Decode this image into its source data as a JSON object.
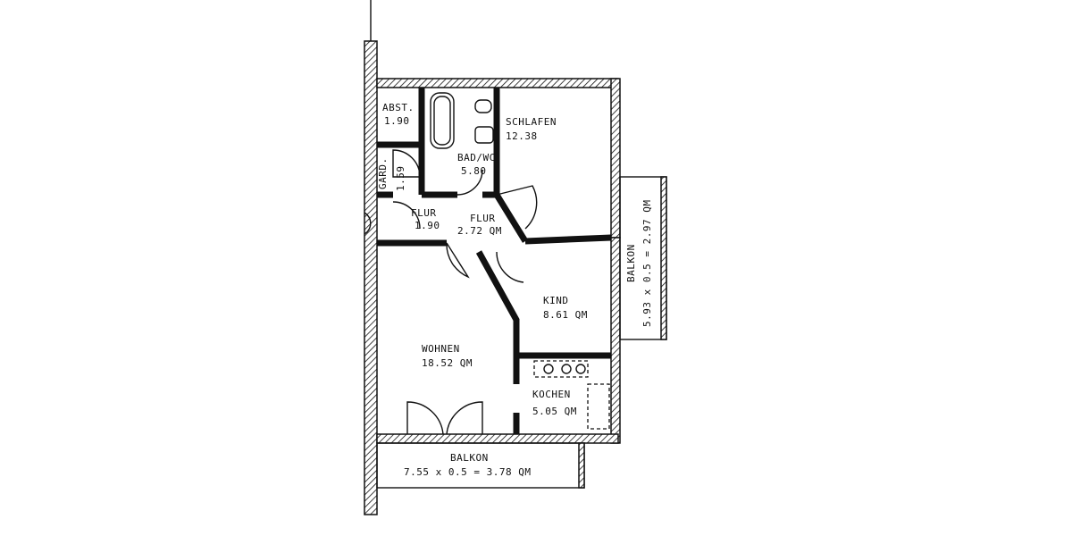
{
  "rooms": {
    "abstell": {
      "name": "ABST.",
      "area": "1.90"
    },
    "bad": {
      "name": "BAD/WC",
      "area": "5.80"
    },
    "schlafen": {
      "name": "SCHLAFEN",
      "area": "12.38"
    },
    "garderobe": {
      "name": "GARD.",
      "area": "1.59"
    },
    "flur_small": {
      "name": "FLUR",
      "area": "1.90"
    },
    "flur_main": {
      "name": "FLUR",
      "area": "2.72 QM"
    },
    "kind": {
      "name": "KIND",
      "area": "8.61 QM"
    },
    "wohnen": {
      "name": "WOHNEN",
      "area": "18.52 QM"
    },
    "kochen": {
      "name": "KOCHEN",
      "area": "5.05 QM"
    }
  },
  "balconies": {
    "side": {
      "name": "BALKON",
      "formula": "5.93 x 0.5 = 2.97 QM"
    },
    "bottom": {
      "name": "BALKON",
      "formula": "7.55 x 0.5 = 3.78 QM"
    }
  }
}
